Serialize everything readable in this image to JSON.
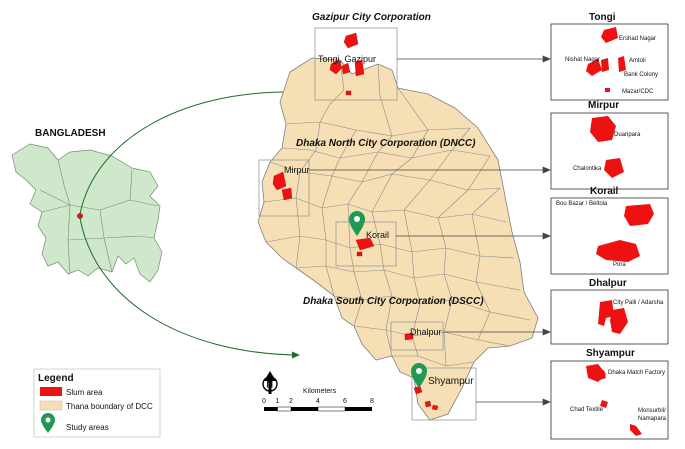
{
  "country_label": "BANGLADESH",
  "titles": {
    "gazipur": "Gazipur City Corporation",
    "dncc": "Dhaka North City Corporation (DNCC)",
    "dscc": "Dhaka South City Corporation (DSCC)"
  },
  "places": {
    "tongi_gazipur": "Tongi, Gazipur",
    "mirpur": "Mirpur",
    "korail": "Korail",
    "dhalpur": "Dhalpur",
    "shyampur": "Shyampur"
  },
  "insets": [
    {
      "title": "Tongi",
      "labels": [
        "Ershad Nagar",
        "Nishat Nagar",
        "Amtoli",
        "Bank Colony",
        "Mazar/CDC"
      ]
    },
    {
      "title": "Mirpur",
      "labels": [
        "Duaripara",
        "Chalontika"
      ]
    },
    {
      "title": "Korail",
      "labels": [
        "Bou Bazar / Beltola",
        "Pora"
      ]
    },
    {
      "title": "Dhalpur",
      "labels": [
        "City Palli / Adarsha"
      ]
    },
    {
      "title": "Shyampur",
      "labels": [
        "Dhaka Match Factory",
        "Chad Textile",
        "Monsurbil/",
        "Namapara"
      ]
    }
  ],
  "legend": {
    "title": "Legend",
    "items": [
      {
        "label": "Slum area",
        "color": "#ee1111"
      },
      {
        "label": "Thana boundary of DCC",
        "color": "#f6dfb5"
      },
      {
        "label": "Study areas",
        "color": "#1f9a55"
      }
    ]
  },
  "scale": {
    "title": "Kilometers",
    "ticks": [
      "0",
      "1",
      "2",
      "4",
      "6",
      "8"
    ]
  },
  "north_label": "N",
  "colors": {
    "land": "#f6dfb5",
    "boundary": "#8a8a8a",
    "slum": "#ee1111",
    "bangladesh": "#cfe8cc",
    "arrow": "#1d6b2a",
    "pin": "#1f9a55"
  }
}
